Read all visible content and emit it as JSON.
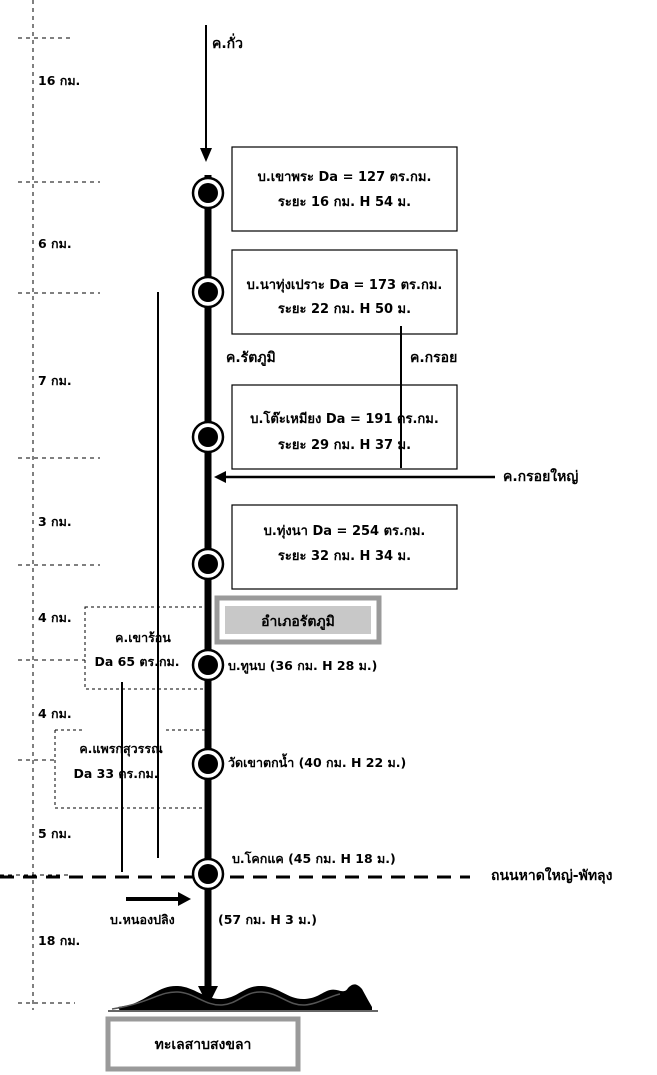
{
  "rivers": {
    "top": "ค.กั่ว",
    "main": "ค.รัตภูมิ",
    "krooi": "ค.กรอย",
    "krooi_yai": "ค.กรอยใหญ่"
  },
  "distances": [
    "16 กม.",
    "6 กม.",
    "7 กม.",
    "3 กม.",
    "4 กม.",
    "4 กม.",
    "5 กม.",
    "18 กม."
  ],
  "stations": [
    {
      "line1": "บ.เขาพระ Da = 127 ตร.กม.",
      "line2": "ระยะ 16 กม. H 54 ม."
    },
    {
      "line1": "บ.นาทุ่งเปราะ Da = 173 ตร.กม.",
      "line2": "ระยะ 22 กม. H 50 ม."
    },
    {
      "line1": "บ.โต๊ะเหมียง Da = 191 ตร.กม.",
      "line2": "ระยะ 29 กม. H 37 ม."
    },
    {
      "line1": "บ.ทุ่งนา Da = 254 ตร.กม.",
      "line2": "ระยะ 32 กม. H 34 ม."
    }
  ],
  "point_labels": {
    "toonbop": "บ.ทูนบ (36 กม. H 28 ม.)",
    "wat": "วัดเขาตกน้ำ (40 กม. H 22 ม.)",
    "khoknae": "บ.โคกแค (45 กม. H 18 ม.)",
    "nongpling": "บ.หนองปลิง",
    "nongpling_detail": "(57 กม. H 3 ม.)"
  },
  "district": "อำเภอรัตภูมิ",
  "tributaries": {
    "khaoron_line1": "ค.เขาร้อน",
    "khaoron_line2": "Da 65 ตร.กม.",
    "phraek_line1": "ค.แพรกสุวรรณ",
    "phraek_line2": "Da 33 ตร.กม."
  },
  "road": "ถนนหาดใหญ่-พัทลุง",
  "lake": "ทะเลสาบสงขลา"
}
